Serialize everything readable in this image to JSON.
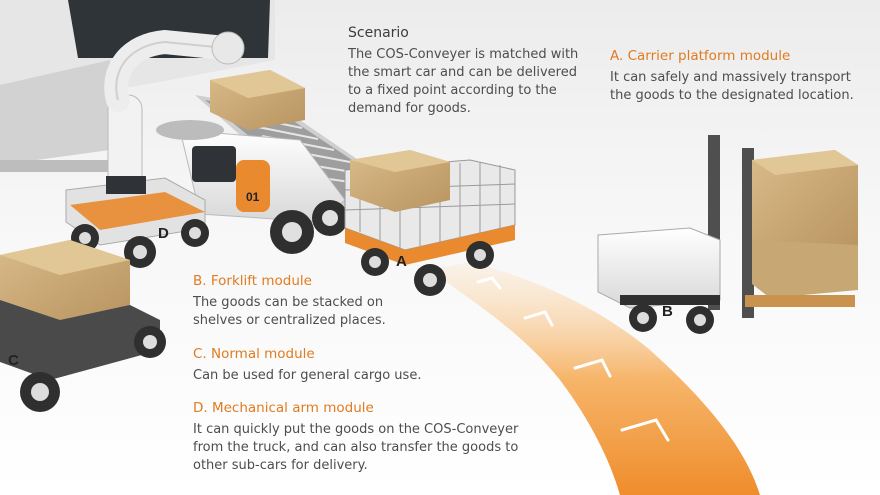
{
  "scenario": {
    "title": "Scenario",
    "lines": [
      "The COS-Conveyer is matched with",
      "the smart car and can be delivered",
      "to a fixed point according to the",
      "demand for goods."
    ]
  },
  "modules": {
    "a": {
      "title": "A. Carrier platform module",
      "lines": [
        "It can safely and massively transport",
        "the goods to the designated location."
      ]
    },
    "b": {
      "title": "B. Forklift module",
      "lines": [
        "The goods can be stacked on",
        "shelves or centralized places."
      ]
    },
    "c": {
      "title": "C. Normal module",
      "lines": [
        "Can be used for general cargo use."
      ]
    },
    "d": {
      "title": "D. Mechanical arm module",
      "lines": [
        "It can quickly put the goods on the COS-Conveyer",
        "from the truck, and can also transfer the goods to",
        "other sub-cars for delivery."
      ]
    }
  },
  "vehicle_labels": {
    "a": "A",
    "b": "B",
    "c": "C",
    "d": "D",
    "main_number": "01"
  },
  "colors": {
    "accent": "#e07b1f",
    "text": "#4a4a4a",
    "path": "#f39a3a"
  },
  "icons": [
    "robot-arm-icon",
    "forklift-icon",
    "conveyor-icon",
    "cardboard-box-icon"
  ]
}
